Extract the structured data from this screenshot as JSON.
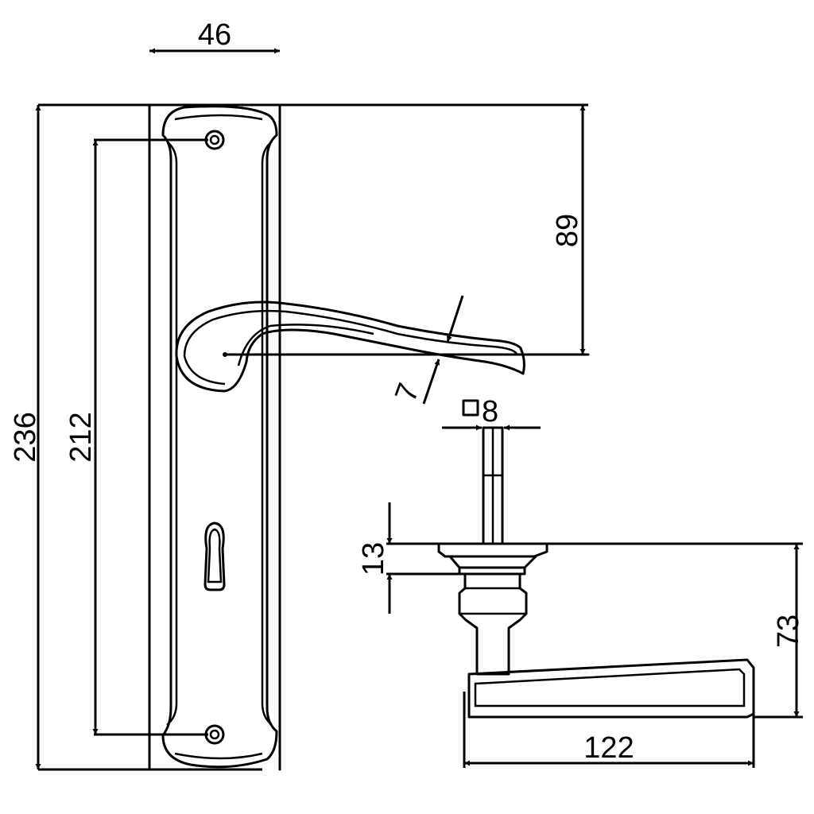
{
  "dimensions": {
    "plate_width": "46",
    "plate_height": "236",
    "hole_spacing": "212",
    "handle_height": "89",
    "handle_thickness": "7",
    "spindle_size": "8",
    "rose_height": "13",
    "handle_projection": "73",
    "handle_length": "122"
  },
  "symbols": {
    "square_spindle": "square-spindle-symbol"
  }
}
